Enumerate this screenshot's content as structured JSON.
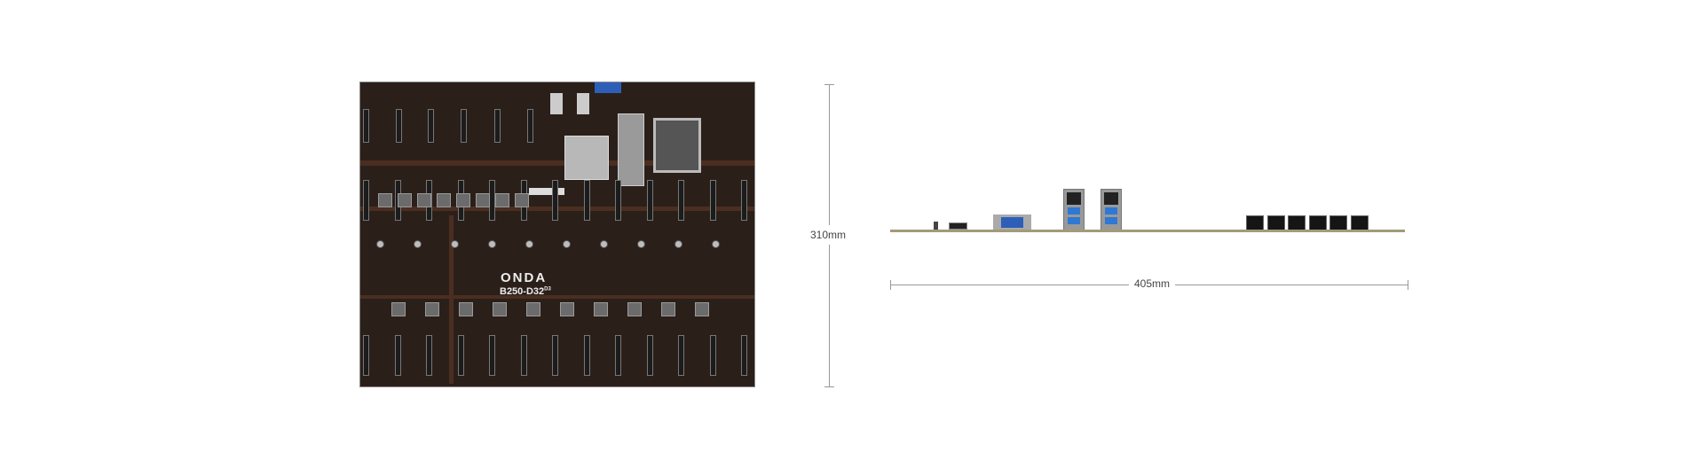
{
  "board": {
    "logo": "ONDA",
    "model": "B250-D32",
    "model_suffix": "D3"
  },
  "dimensions": {
    "height_label": "310mm",
    "width_label": "405mm"
  },
  "colors": {
    "pcb": "#2b1f1a",
    "trace": "#4a2e20",
    "vga_blue": "#2d5fb8",
    "usb_blue": "#2f78d4",
    "edge": "#a39b78"
  }
}
